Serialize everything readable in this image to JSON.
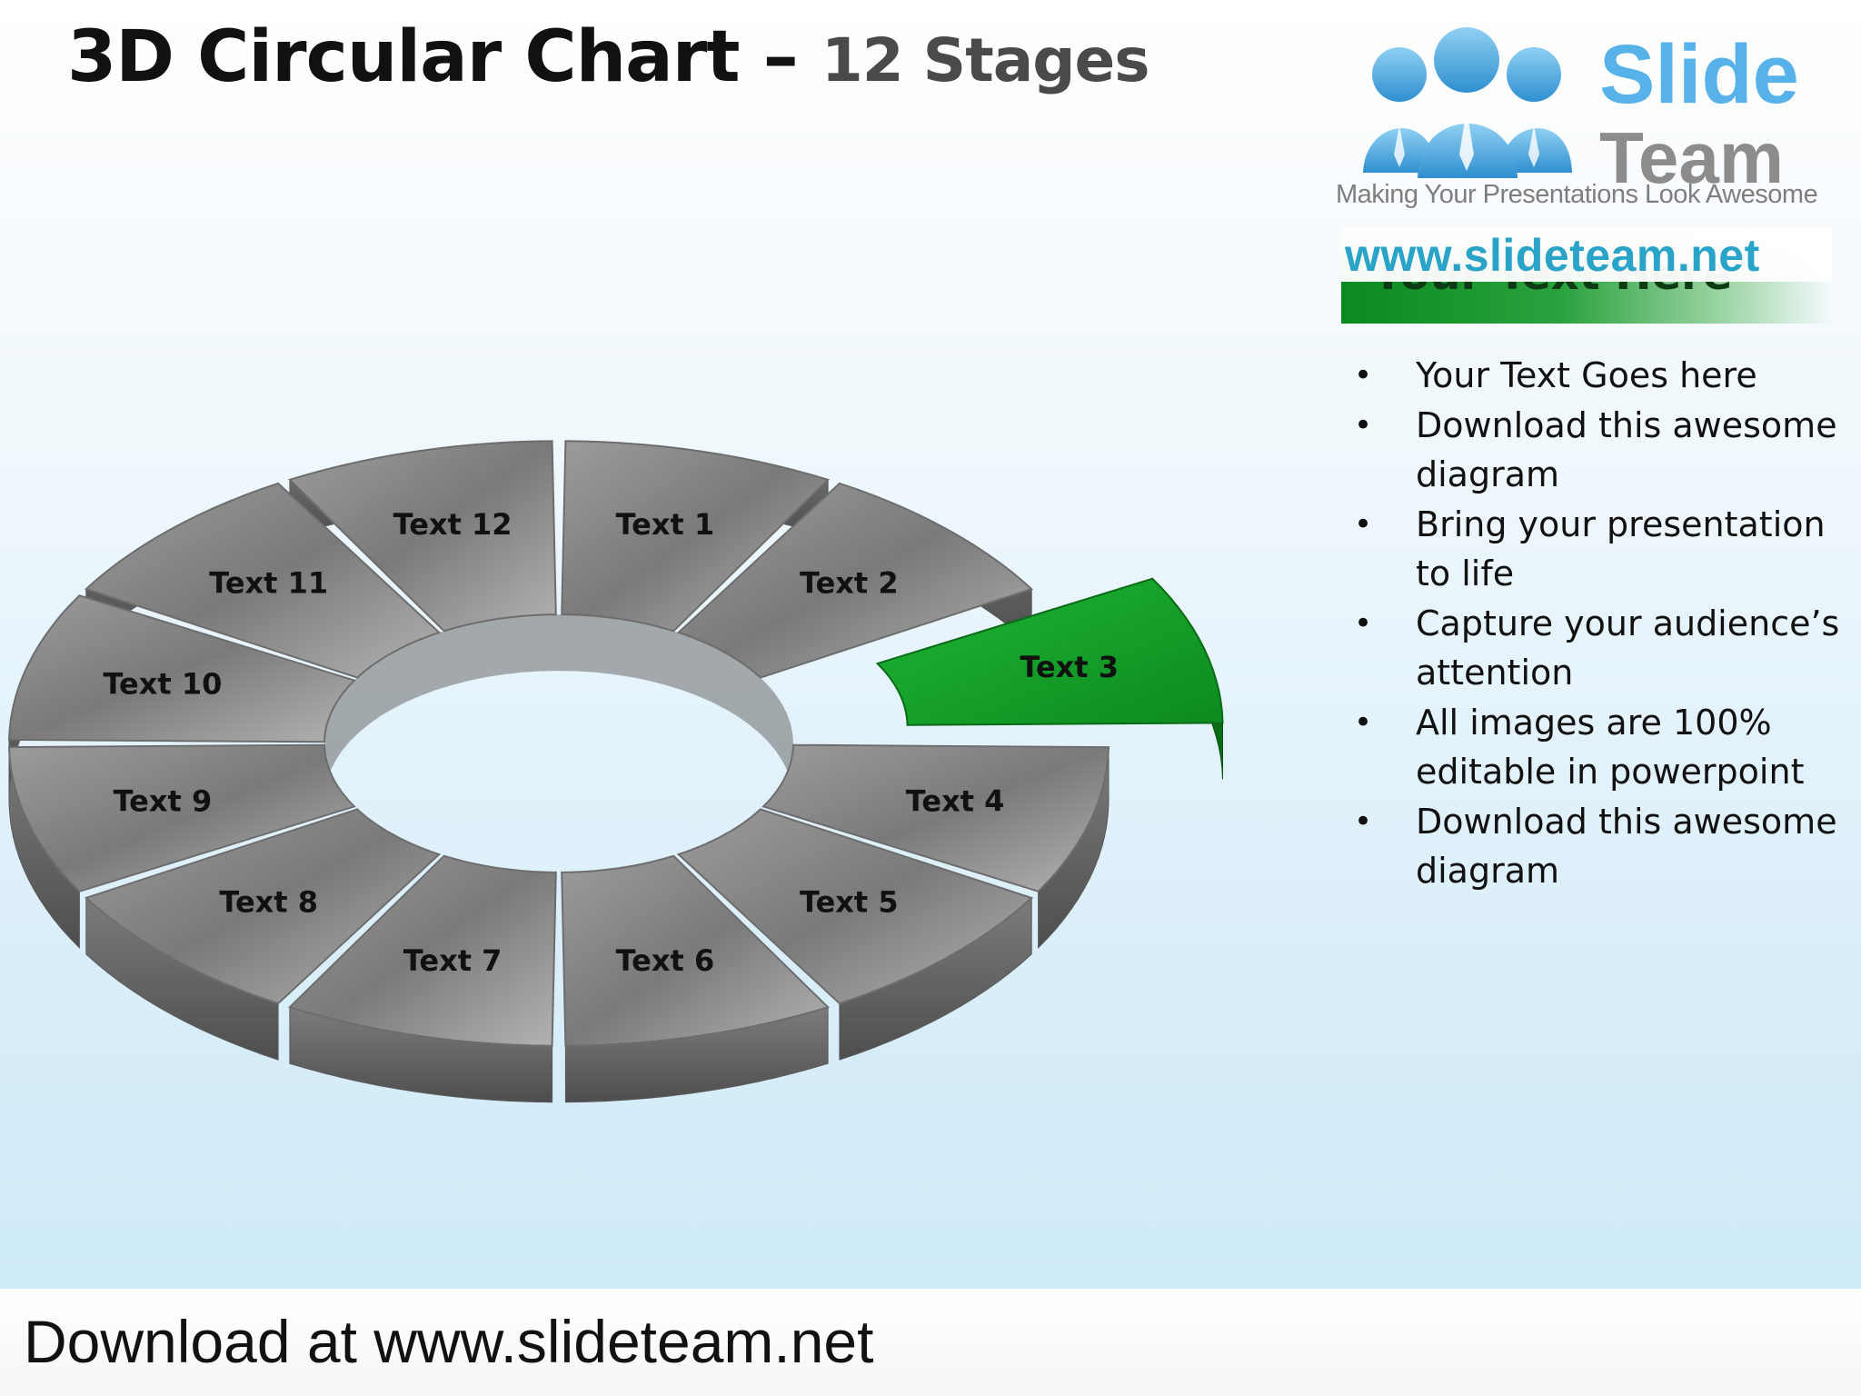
{
  "header": {
    "title": "3D Circular Chart",
    "dash": " – ",
    "subtitle": "12 Stages"
  },
  "logo": {
    "word1": "Slide",
    "word2": "Team",
    "tagline": "Making Your Presentations Look Awesome",
    "url": "www.slideteam.net",
    "people_icon": "people-group-icon"
  },
  "sidebar": {
    "heading": "Your Text Here",
    "bullets": [
      "Your Text Goes here",
      "Download this awesome diagram",
      "Bring your presentation to life",
      "Capture your audience’s attention",
      "All images are 100% editable in powerpoint",
      "Download this awesome diagram"
    ]
  },
  "diagram": {
    "stages": [
      {
        "label": "Text 1",
        "highlighted": false
      },
      {
        "label": "Text 2",
        "highlighted": false
      },
      {
        "label": "Text 3",
        "highlighted": true
      },
      {
        "label": "Text 4",
        "highlighted": false
      },
      {
        "label": "Text 5",
        "highlighted": false
      },
      {
        "label": "Text 6",
        "highlighted": false
      },
      {
        "label": "Text 7",
        "highlighted": false
      },
      {
        "label": "Text 8",
        "highlighted": false
      },
      {
        "label": "Text 9",
        "highlighted": false
      },
      {
        "label": "Text 10",
        "highlighted": false
      },
      {
        "label": "Text 11",
        "highlighted": false
      },
      {
        "label": "Text 12",
        "highlighted": false
      }
    ],
    "colors": {
      "gray_top": "#8a8a8a",
      "gray_top_light": "#b5b5b5",
      "gray_side": "#5e5e5e",
      "green_top": "#14a12a",
      "green_side": "#0a6a17"
    }
  },
  "footer": {
    "text": "Download at www.slideteam.net"
  }
}
